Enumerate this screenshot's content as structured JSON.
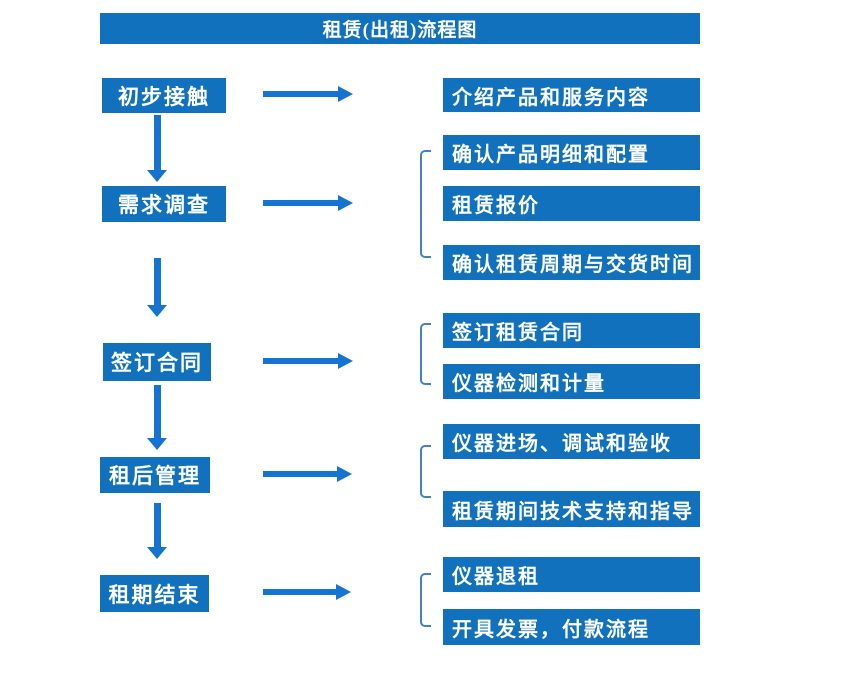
{
  "title": "租赁(出租)流程图",
  "colors": {
    "box_fill": "#1171BD",
    "arrow_blue": "#1573D2",
    "bracket_stroke": "#4181C4",
    "text_on_box": "#FFFFFF",
    "background": "#FFFFFF"
  },
  "stages": [
    {
      "label": "初步接触",
      "details": [
        "介绍产品和服务内容"
      ]
    },
    {
      "label": "需求调查",
      "details": [
        "确认产品明细和配置",
        "租赁报价",
        "确认租赁周期与交货时间"
      ]
    },
    {
      "label": "签订合同",
      "details": [
        "签订租赁合同",
        "仪器检测和计量"
      ]
    },
    {
      "label": "租后管理",
      "details": [
        "仪器进场、调试和验收",
        "租赁期间技术支持和指导"
      ]
    },
    {
      "label": "租期结束",
      "details": [
        "仪器退租",
        "开具发票，付款流程"
      ]
    }
  ]
}
